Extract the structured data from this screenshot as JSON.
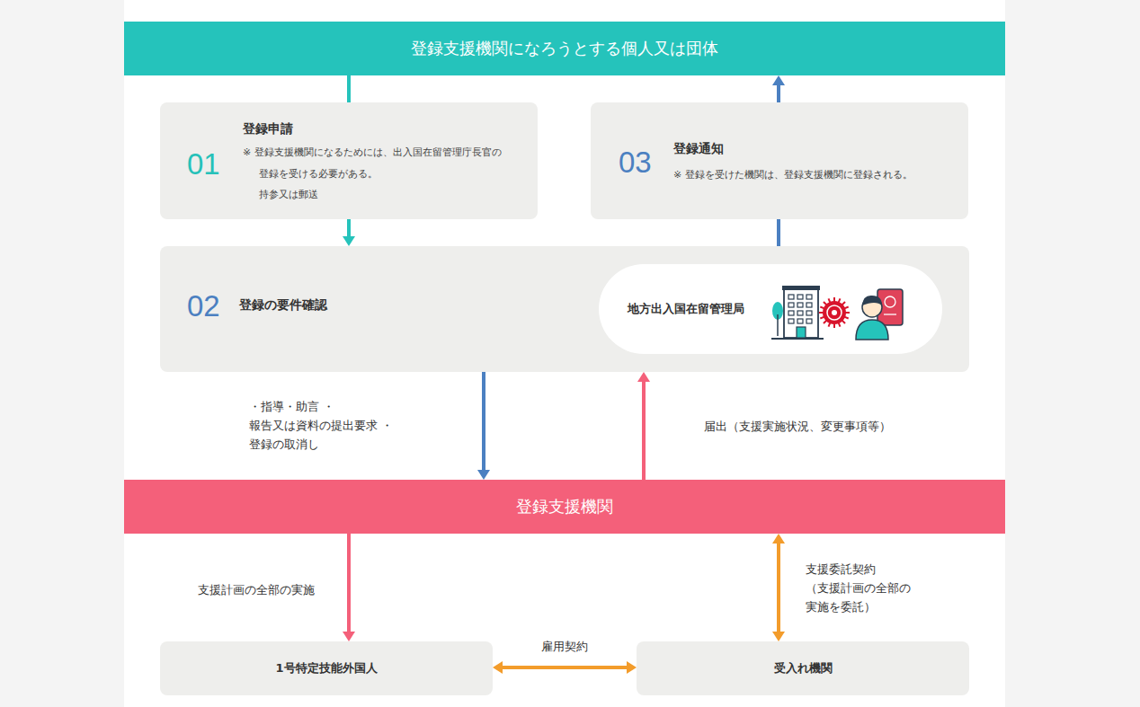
{
  "diagram": {
    "nodes": [
      {
        "text": [
          "登録支援機関になろうとする個人又は団体"
        ]
      },
      {
        "text": [
          "01",
          "登録申請",
          "※ 登録支援機関になるためには、出入国在留管理庁長官の 登録を受ける必要がある。",
          "持参又は郵送"
        ]
      },
      {
        "text": [
          "03",
          "登録通知",
          "※ 登録を受けた機関は、登録支援機関に登録される。"
        ]
      },
      {
        "text": [
          "02",
          "登録の要件確認"
        ]
      },
      {
        "text": [
          "地方出入国在留管理局"
        ],
        "in": 3
      },
      {
        "text": [
          "登録支援機関"
        ]
      },
      {
        "text": [
          "1号特定技能外国人"
        ]
      },
      {
        "text": [
          "受入れ機関"
        ]
      }
    ],
    "edges": [
      {
        "from": 0,
        "to": 1,
        "arrow": "none"
      },
      {
        "from": 1,
        "to": 3,
        "arrow": "to"
      },
      {
        "from": 3,
        "to": 2,
        "arrow": "none"
      },
      {
        "from": 2,
        "to": 0,
        "arrow": "to"
      },
      {
        "from": 3,
        "to": 5,
        "arrow": "to",
        "label": "・指導・助言 ・報告又は資料の提出要求 ・登録の取消し"
      },
      {
        "from": 5,
        "to": 3,
        "arrow": "to",
        "label": "届出（支援実施状況、変更事項等）"
      },
      {
        "from": 5,
        "to": 6,
        "arrow": "to",
        "label": "支援計画の全部の実施"
      },
      {
        "from": 5,
        "to": 7,
        "arrow": "both",
        "label": "支援委託契約 （支援計画の全部の 実施を委託）"
      },
      {
        "from": 6,
        "to": 7,
        "arrow": "both",
        "label": "雇用契約"
      }
    ]
  }
}
